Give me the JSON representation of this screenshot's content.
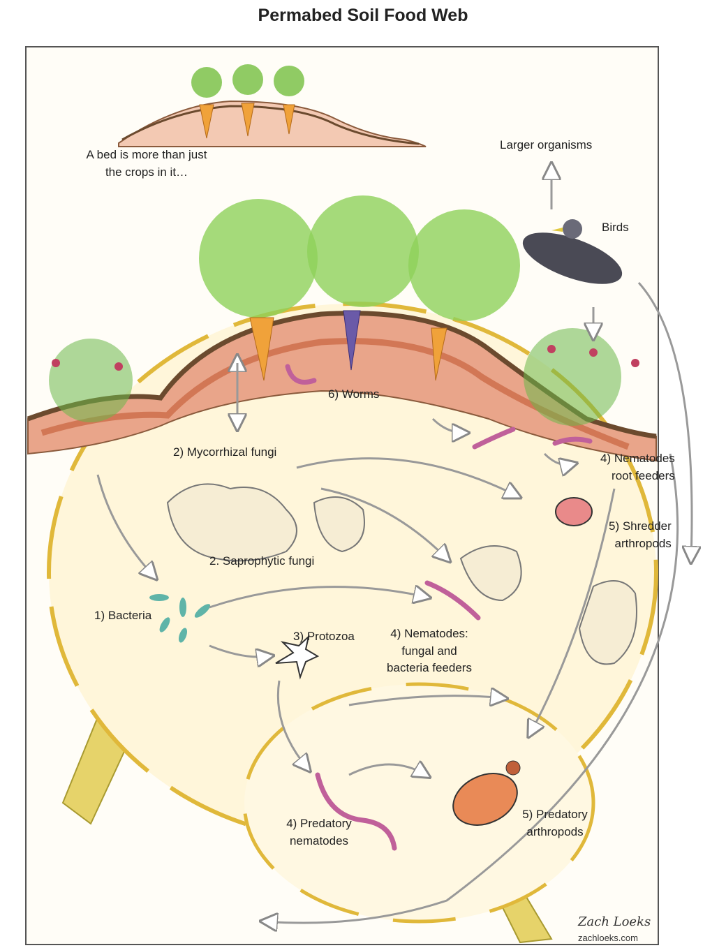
{
  "title": "Permabed Soil Food Web",
  "labels": {
    "bed_note_line1": "A bed is more than just",
    "bed_note_line2": "the crops in it…",
    "larger_organisms": "Larger organisms",
    "birds": "Birds",
    "worms": "6) Worms",
    "mycorrhizal": "2) Mycorrhizal fungi",
    "nematodes_root_1": "4) Nematodes",
    "nematodes_root_2": "root feeders",
    "shredder_1": "5) Shredder",
    "shredder_2": "arthropods",
    "saprophytic": "2. Saprophytic fungi",
    "bacteria": "1) Bacteria",
    "protozoa": "3) Protozoa",
    "nematodes_fb_1": "4) Nematodes:",
    "nematodes_fb_2": "fungal and",
    "nematodes_fb_3": "bacteria feeders",
    "pred_nem_1": "4) Predatory",
    "pred_nem_2": "nematodes",
    "pred_arth_1": "5) Predatory",
    "pred_arth_2": "arthropods"
  },
  "signature": "Zach Loeks",
  "website": "zachloeks.com",
  "colors": {
    "soil": "#e9a58a",
    "topsoil": "#c7643f",
    "humus": "#6b4a2e",
    "foliage": "#7cc24a",
    "carrot": "#f0a23a",
    "purple_root": "#6a5aa8",
    "lens_rim": "#e0b83a",
    "lens_fill": "#fff6da",
    "handle": "#e6d36a",
    "worm": "#c0609a",
    "bird": "#4a4a55",
    "bacteria": "#5fb4a8",
    "arthropod": "#e98a57"
  },
  "icons": [
    "carrot-icon",
    "bird-icon",
    "worm-icon",
    "mite-icon",
    "bacteria-icon",
    "protozoa-icon",
    "nematode-icon",
    "arrow-icon",
    "magnifying-lens-icon"
  ]
}
